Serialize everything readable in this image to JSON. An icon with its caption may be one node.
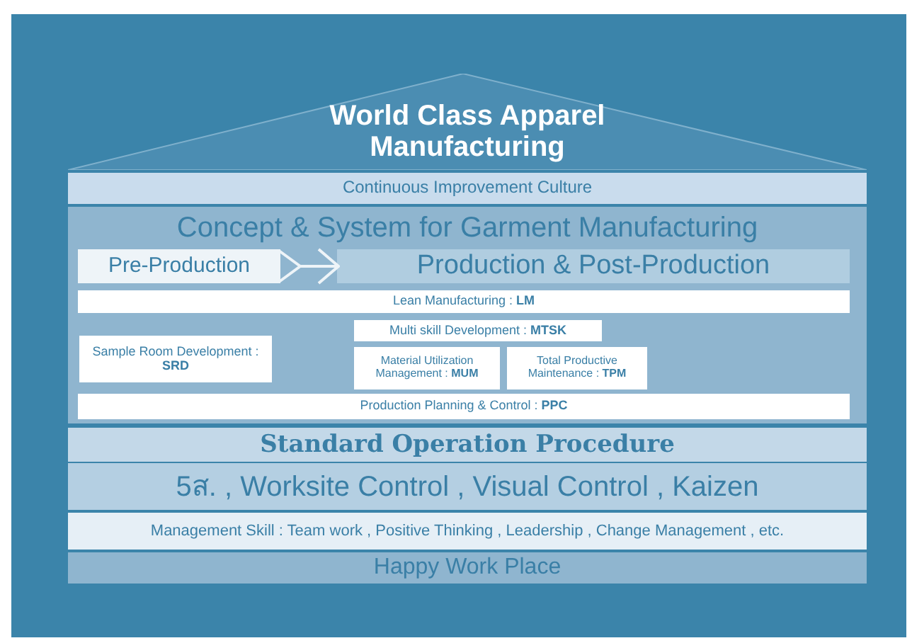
{
  "diagram": {
    "nodes": [
      {
        "text": [
          "World Class Apparel Manufacturing"
        ]
      },
      {
        "text": [
          "Continuous Improvement Culture"
        ]
      },
      {
        "text": [
          "Concept & System for Garment Manufacturing"
        ]
      },
      {
        "text": [
          "Pre-Production"
        ],
        "in": 2
      },
      {
        "text": [
          "Production & Post-Production"
        ],
        "in": 2
      },
      {
        "text": [
          "Lean Manufacturing : **LM**"
        ],
        "in": 2
      },
      {
        "text": [
          "Sample Room Development : **SRD**"
        ],
        "in": 2
      },
      {
        "text": [
          "Multi skill Development : **MTSK**"
        ],
        "in": 2
      },
      {
        "text": [
          "Material Utilization Management : **MUM**"
        ],
        "in": 2
      },
      {
        "text": [
          "Total Productive Maintenance : **TPM**"
        ],
        "in": 2
      },
      {
        "text": [
          "Production Planning & Control : **PPC**"
        ],
        "in": 2
      },
      {
        "text": [
          "Standard Operation Procedure"
        ]
      },
      {
        "text": [
          "5ส. , Worksite Control , Visual Control , Kaizen"
        ]
      },
      {
        "text": [
          "Management Skill : Team work , Positive Thinking , Leadership , Change Management , etc."
        ]
      },
      {
        "text": [
          "Happy Work Place"
        ]
      }
    ],
    "edges": [
      {
        "from": 3,
        "to": 4,
        "arrow": "to"
      }
    ]
  }
}
